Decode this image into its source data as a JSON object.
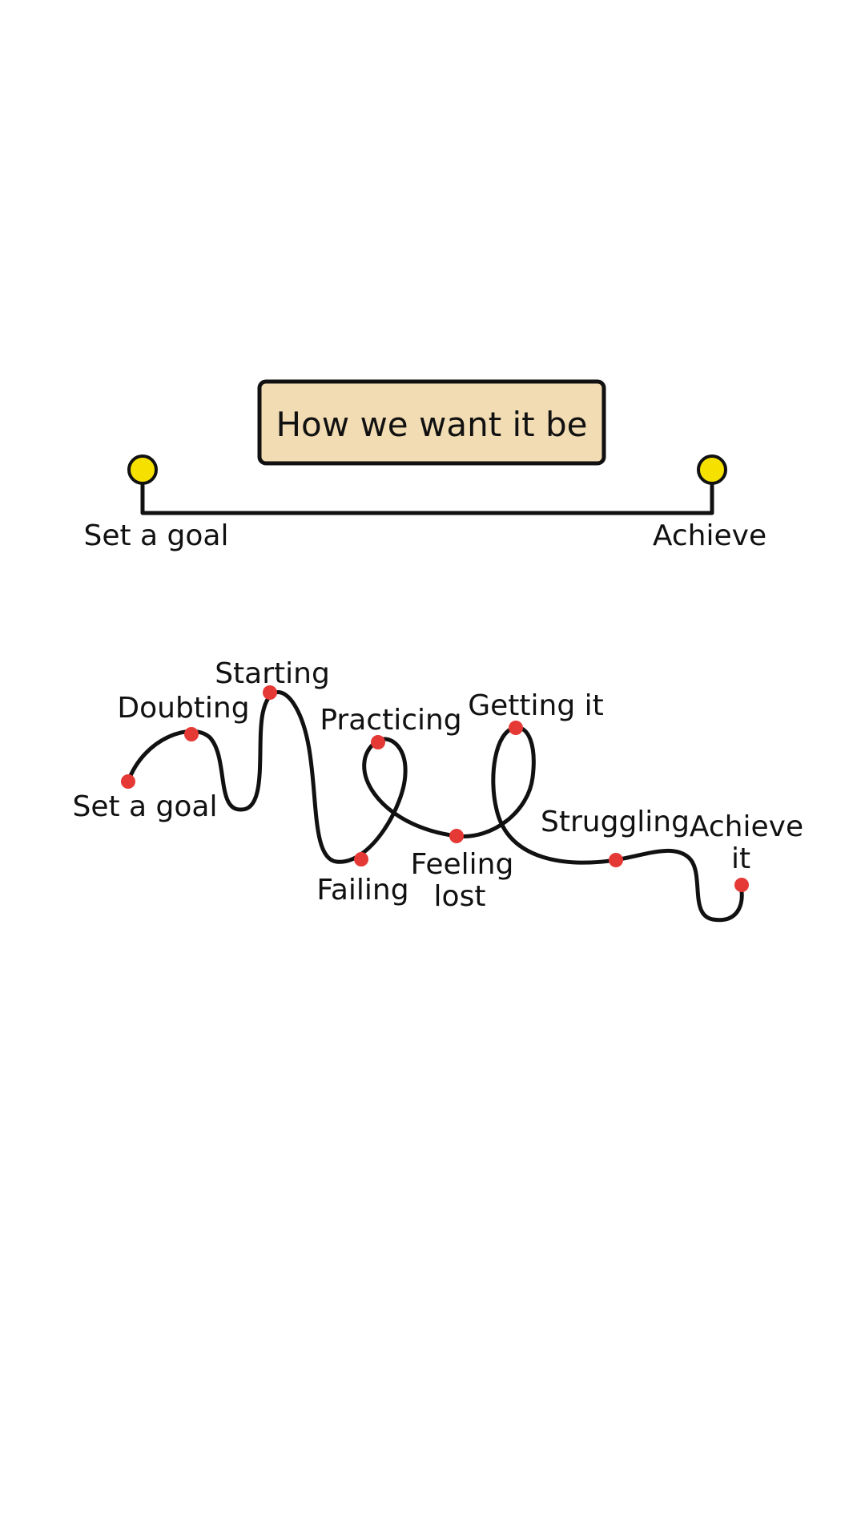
{
  "ideal": {
    "title": "How we want it be",
    "start_label": "Set a goal",
    "end_label": "Achieve"
  },
  "reality": {
    "labels": {
      "set_a_goal": "Set a goal",
      "doubting": "Doubting",
      "starting": "Starting",
      "practicing": "Practicing",
      "getting_it": "Getting it",
      "failing": "Failing",
      "feeling_lost_line1": "Feeling",
      "feeling_lost_line2": "lost",
      "struggling": "Struggling",
      "achieve_it_line1": "Achieve",
      "achieve_it_line2": "it"
    }
  },
  "colors": {
    "line": "#111111",
    "title_box_fill": "#f2dcb3",
    "ideal_marker": "#f5e000",
    "reality_marker": "#e53935"
  }
}
